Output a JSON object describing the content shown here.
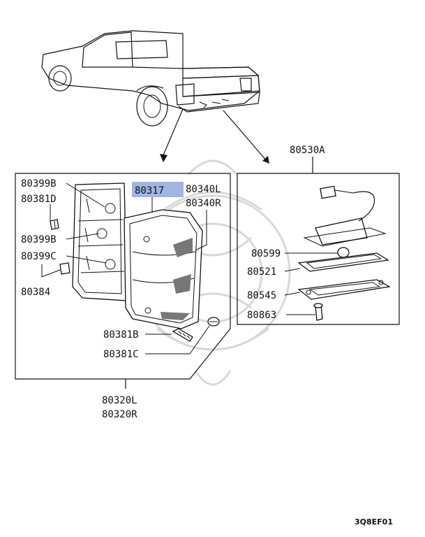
{
  "callouts": {
    "a80399b_top": "80399B",
    "a80381d": "80381D",
    "a80399b_mid": "80399B",
    "a80399c": "80399C",
    "a80384": "80384",
    "a80317": "80317",
    "a80340l": "80340L",
    "a80340r": "80340R",
    "a80381b": "80381B",
    "a80381c": "80381C",
    "a80320l": "80320L",
    "a80320r": "80320R",
    "a80530a": "80530A",
    "a80599": "80599",
    "a80521": "80521",
    "a80545": "80545",
    "a80863": "80863"
  },
  "figure_code": "3Q8EF01",
  "colors": {
    "highlight": "#8fa8dc",
    "ink": "#111111"
  }
}
